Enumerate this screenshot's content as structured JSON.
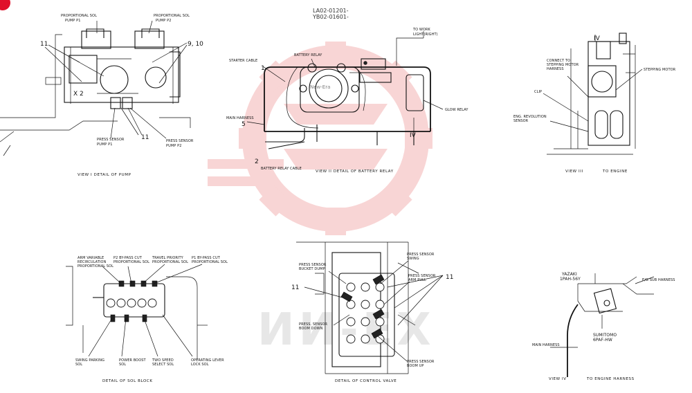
{
  "header": {
    "serial_line1": "LA02-01201-",
    "serial_line2": "YB02-01601-"
  },
  "watermark": {
    "brand_text": "New-Era",
    "faint_text": "ИИ-EX",
    "color": "#f2b9b9"
  },
  "corner_marker": {
    "label": "",
    "color": "#e0102a"
  },
  "pump_view": {
    "caption": "VIEW I  DETAIL OF PUMP",
    "labels": {
      "sol_p1": [
        "PROPORTIONAL SOL",
        "PUMP P1"
      ],
      "sol_p2": [
        "PROPORTIONAL SOL",
        "PUMP P2"
      ],
      "sensor_p1": [
        "PRESS SENSOR",
        "PUMP P1"
      ],
      "sensor_p2": [
        "PRESS SENSOR",
        "PUMP P2"
      ]
    },
    "callouts": {
      "c11_top": "11",
      "c9_10": "9, 10",
      "c11_bottom": "11",
      "x2": "X 2"
    }
  },
  "battery_view": {
    "caption": "VIEW II  DETAIL OF BATTERY RELAY",
    "labels": {
      "work_light": [
        "TO WORK",
        "LIGHT(RIGHT)"
      ],
      "battery_relay": "BATTERY RELAY",
      "starter_cable": "STARTER CABLE",
      "main_harness": "MAIN HARNESS",
      "glow_relay": "GLOW RELAY",
      "battery_relay_cable": "BATTERY RELAY CABLE"
    },
    "callouts": {
      "c1": "1",
      "c5": "5",
      "c2": "2",
      "c4": "IV"
    }
  },
  "engine_view": {
    "caption_left": "VIEW III",
    "caption_right": "TO ENGINE",
    "labels": {
      "stepping_harness": [
        "CONNECT TO",
        "STEPPING MOTOR",
        "HARNESS"
      ],
      "stepping_motor": "STEPPING MOTOR",
      "clip": "CLIP",
      "eng_revolution": [
        "ENG. REVOLUTION",
        "SENSOR"
      ]
    },
    "callouts": {
      "c4": "IV"
    }
  },
  "sol_block": {
    "caption": "DETAIL OF SOL BLOCK",
    "labels": {
      "arm_variable": [
        "ARM VARIABLE",
        "RECIRCULATION",
        "PROPORTIONAL SOL"
      ],
      "p2_bypass": [
        "P2 BY-PASS CUT",
        "PROPORTIONAL SOL"
      ],
      "travel_priority": [
        "TRAVEL PRIORITY",
        "PROPORTIONAL SOL"
      ],
      "p1_bypass": [
        "P1 BY-PASS CUT",
        "PROPORTIONAL SOL"
      ],
      "swing_parking": [
        "SWING PARKING",
        "SOL"
      ],
      "power_boost": [
        "POWER BOOST",
        "SOL"
      ],
      "two_speed": [
        "TWO SPEED",
        "SELECT SOL"
      ],
      "operating_lever": [
        "OPERATING LEVER",
        "LOCK SOL"
      ]
    }
  },
  "control_valve": {
    "caption": "DETAIL OF CONTROL VALVE",
    "labels": {
      "bucket_dump": [
        "PRESS SENSOR",
        "BUCKET DUMP"
      ],
      "swing": [
        "PRESS SENSOR",
        "SWING"
      ],
      "arm_pull": [
        "PRESS SENSOR",
        "ARM PULL"
      ],
      "boom_down": [
        "PRESS. SENSOR",
        "BOOM DOWN"
      ],
      "boom_up": [
        "PRESS SENSOR",
        "BOOM UP"
      ]
    },
    "callouts": {
      "c11_left": "11",
      "c11_right": "11"
    }
  },
  "engine_harness": {
    "caption_left": "VIEW IV",
    "caption_right": "TO ENGINE HARNESS",
    "labels": {
      "yazaki": [
        "YAZAKI",
        "1PAH-56Y"
      ],
      "sub_harness": "E/G SUB HARNESS",
      "sumitomo": [
        "SUMITOMO",
        "6PAF-HW"
      ],
      "main_harness": "MAIN HARNESS"
    }
  }
}
